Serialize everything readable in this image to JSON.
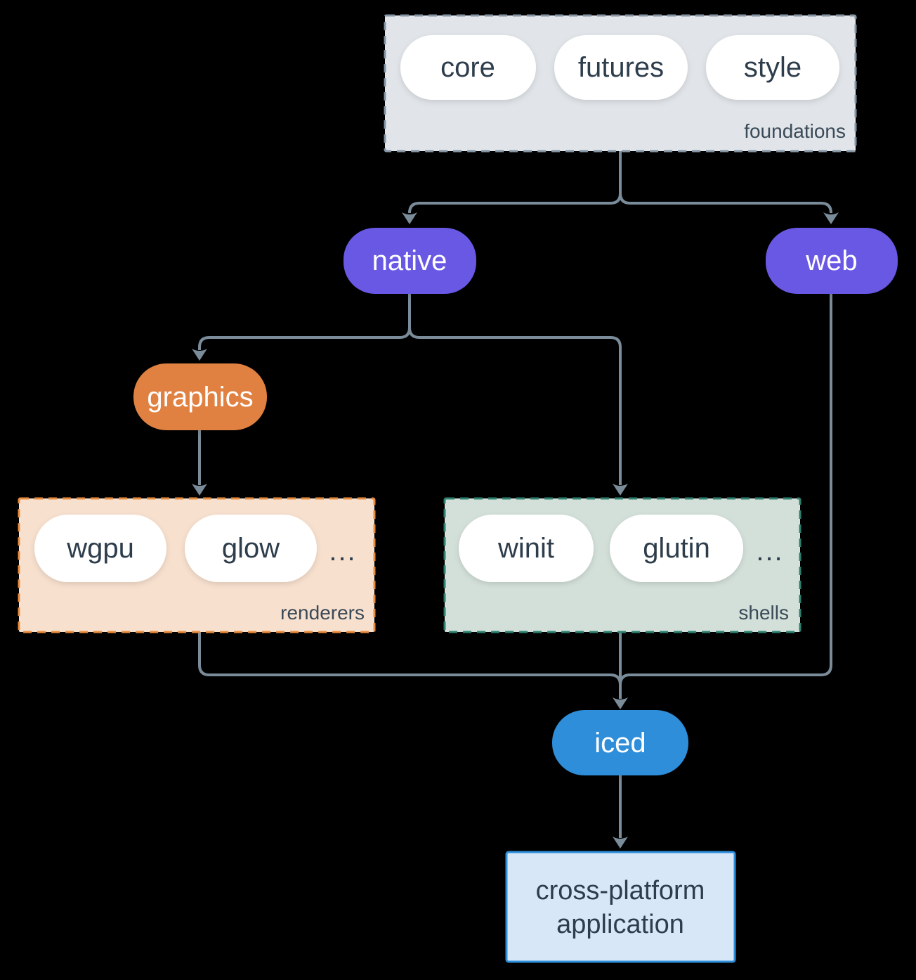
{
  "colors": {
    "background": "#000000",
    "line": "#7a8b99",
    "pill_text_dark": "#2e3d4c",
    "label_text": "#3a4a58",
    "white_pill": "#ffffff",
    "purple": "#6858e4",
    "orange": "#e08142",
    "blue": "#2d8eda",
    "foundations_fill": "#e1e5e9",
    "foundations_border": "#8494a3",
    "renderers_fill": "#f8e0ce",
    "renderers_border": "#e98b3f",
    "shells_fill": "#d3e0d9",
    "shells_border": "#2e8170",
    "app_fill": "#d7e7f8",
    "app_border": "#2d8eda"
  },
  "foundations": {
    "label": "foundations",
    "items": [
      "core",
      "futures",
      "style"
    ]
  },
  "platforms": {
    "native": "native",
    "web": "web"
  },
  "graphics": {
    "label": "graphics"
  },
  "renderers": {
    "label": "renderers",
    "items": [
      "wgpu",
      "glow"
    ],
    "ellipsis": "..."
  },
  "shells": {
    "label": "shells",
    "items": [
      "winit",
      "glutin"
    ],
    "ellipsis": "..."
  },
  "iced": {
    "label": "iced"
  },
  "application": {
    "line1": "cross-platform",
    "line2": "application"
  }
}
